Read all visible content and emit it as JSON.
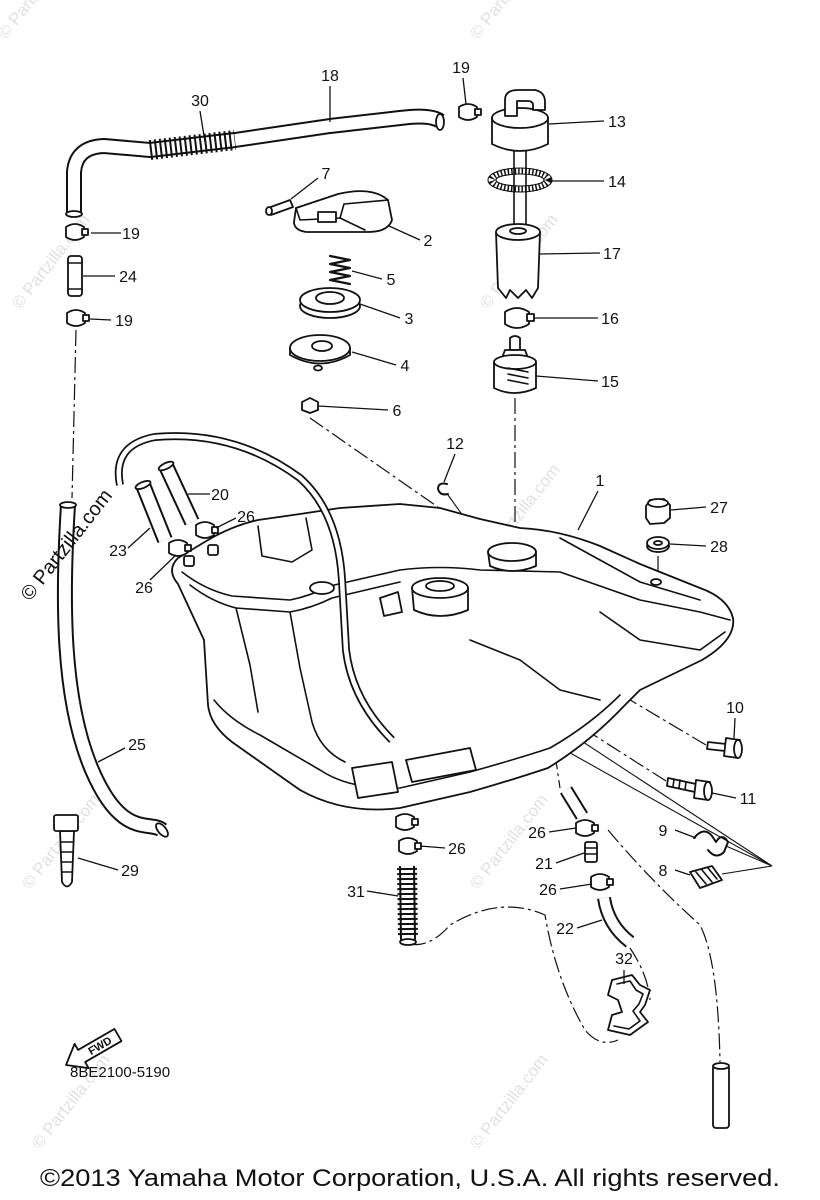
{
  "callouts": [
    "18",
    "19",
    "30",
    "13",
    "7",
    "14",
    "19",
    "2",
    "17",
    "24",
    "5",
    "19",
    "3",
    "16",
    "4",
    "15",
    "6",
    "12",
    "1",
    "20",
    "27",
    "26",
    "23",
    "28",
    "26",
    "10",
    "25",
    "11",
    "9",
    "26",
    "26",
    "21",
    "8",
    "29",
    "31",
    "26",
    "22",
    "32"
  ],
  "diagram_code": "8BE2100-5190",
  "copyright": "©2013 Yamaha Motor Corporation, U.S.A. All rights reserved.",
  "watermark": "© Partzilla.com",
  "fwd_label": "FWD"
}
